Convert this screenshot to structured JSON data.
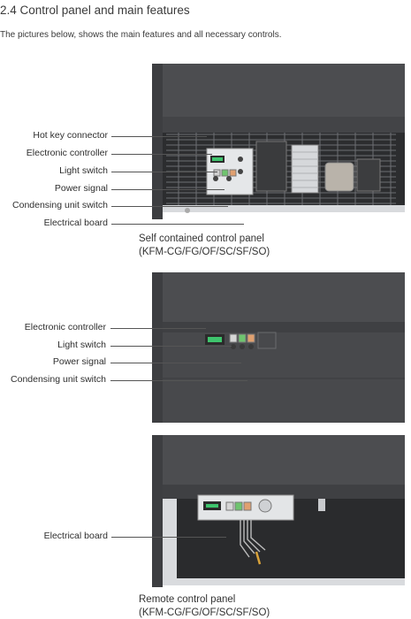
{
  "heading": "2.4 Control panel and main features",
  "intro": "The pictures below, shows the main features and all necessary controls.",
  "figures": [
    {
      "labels": [
        "Hot key connector",
        "Electronic controller",
        "Light switch",
        "Power signal",
        "Condensing unit switch",
        "Electrical board"
      ],
      "caption_line1": "Self contained control panel",
      "caption_line2": "(KFM-CG/FG/OF/SC/SF/SO)"
    },
    {
      "labels": [
        "Electronic controller",
        "Light switch",
        "Power signal",
        "Condensing unit switch"
      ]
    },
    {
      "labels": [
        "Electrical board"
      ],
      "caption_line1": "Remote control panel",
      "caption_line2": "(KFM-CG/FG/OF/SC/SF/SO)"
    }
  ],
  "colors": {
    "cabinet": "#4a4b4e",
    "cabinet_dark": "#3b3c3f",
    "grille": "#2e2f31",
    "metal": "#c9ccd0",
    "board": "#e4e6e8"
  }
}
